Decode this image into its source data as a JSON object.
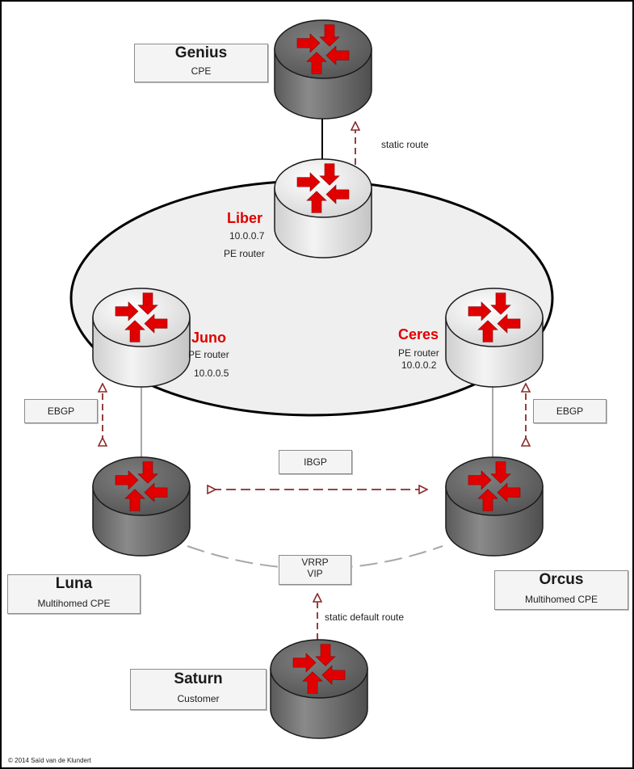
{
  "nodes": {
    "genius": {
      "name": "Genius",
      "role": "CPE"
    },
    "liber": {
      "name": "Liber",
      "ip": "10.0.0.7",
      "role": "PE router"
    },
    "juno": {
      "name": "Juno",
      "role": "PE router",
      "ip": "10.0.0.5"
    },
    "ceres": {
      "name": "Ceres",
      "role": "PE router",
      "ip": "10.0.0.2"
    },
    "luna": {
      "name": "Luna",
      "role": "Multihomed CPE"
    },
    "orcus": {
      "name": "Orcus",
      "role": "Multihomed CPE"
    },
    "saturn": {
      "name": "Saturn",
      "role": "Customer"
    }
  },
  "links": {
    "static_route": "static route",
    "ebgp_left": "EBGP",
    "ebgp_right": "EBGP",
    "ibgp": "IBGP",
    "vrrp_line1": "VRRP",
    "vrrp_line2": "VIP",
    "static_default_route": "static default route"
  },
  "copyright": "© 2014 Saïd van de Klundert",
  "colors": {
    "router_dark": "#6e6e6e",
    "router_light": "#e2e2e2",
    "arrow_red": "#e00000",
    "link_arrow": "#8b2a2a",
    "ring_fill": "#f0f0f0",
    "label_red": "#e00000"
  }
}
